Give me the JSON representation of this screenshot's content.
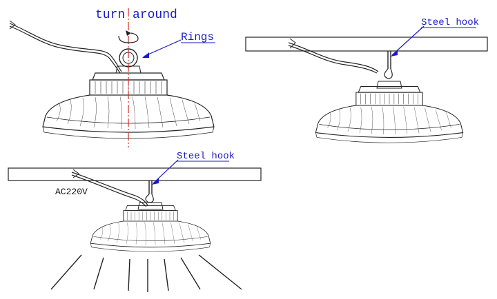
{
  "labels": {
    "rotate": "turn around",
    "ring": "Rings",
    "hook_top": "Steel hook",
    "hook_bottom": "Steel hook",
    "voltage": "AC220V"
  },
  "colors": {
    "label": "#1a1acc",
    "axis": "#d62828",
    "lines": "#222222"
  },
  "icons": [
    "rotation-arrow-icon",
    "lamp-icon",
    "light-ray-icon"
  ]
}
